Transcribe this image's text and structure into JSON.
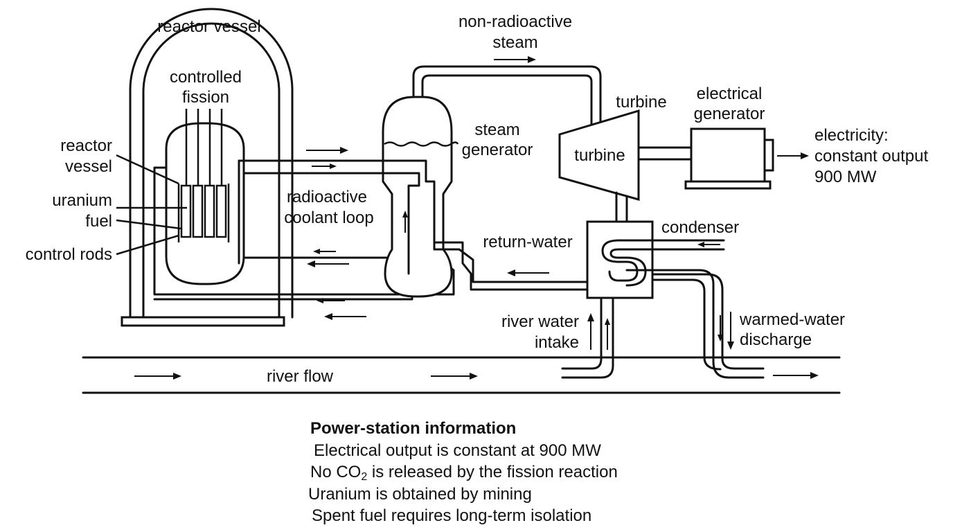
{
  "labels": {
    "reactor_vessel_top": "reactor vessel",
    "controlled_fission_1": "controlled",
    "controlled_fission_2": "fission",
    "reactor_vessel_side_1": "reactor",
    "reactor_vessel_side_2": "vessel",
    "uranium_fuel_1": "uranium",
    "uranium_fuel_2": "fuel",
    "control_rods": "control rods",
    "coolant_loop_1": "radioactive",
    "coolant_loop_2": "coolant loop",
    "steam_top_1": "non-radioactive",
    "steam_top_2": "steam",
    "steam_generator_1": "steam",
    "steam_generator_2": "generator",
    "turbine_outer": "turbine",
    "turbine_inner": "turbine",
    "electrical_generator_1": "electrical",
    "electrical_generator_2": "generator",
    "electricity_1": "electricity:",
    "electricity_2": "constant output",
    "electricity_3": "900 MW",
    "condenser": "condenser",
    "return_water": "return-water",
    "river_intake_1": "river water",
    "river_intake_2": "intake",
    "warmed_discharge_1": "warmed-water",
    "warmed_discharge_2": "discharge",
    "river_flow": "river flow"
  },
  "info": {
    "title": "Power-station information",
    "line1": "Electrical output is constant at 900 MW",
    "line2_pre": "No CO",
    "line2_sub": "2",
    "line2_post": " is released by the fission reaction",
    "line3": "Uranium is obtained by mining",
    "line4": "Spent fuel requires long-term isolation"
  }
}
